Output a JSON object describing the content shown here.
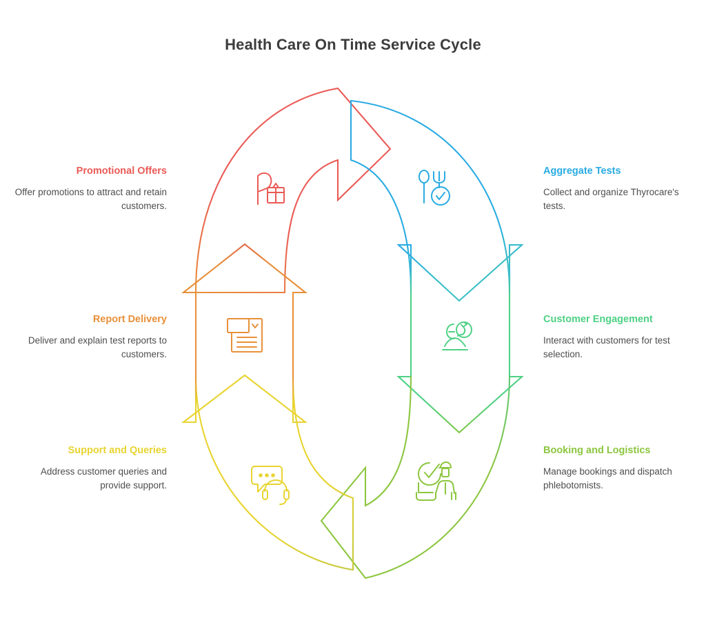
{
  "page": {
    "title": "Health Care On Time Service Cycle",
    "background": "#ffffff"
  },
  "chart_data": {
    "type": "diagram",
    "subtype": "cyclic-process",
    "title": "Health Care On Time Service Cycle",
    "step_count": 6,
    "direction": "clockwise",
    "steps": [
      {
        "id": "aggregate-tests",
        "order": 1,
        "label": "Aggregate Tests",
        "description": "Collect and organize Thyrocare's tests.",
        "color": "#29abe2",
        "side": "right",
        "icon": "fork-spoon-check-icon"
      },
      {
        "id": "customer-engagement",
        "order": 2,
        "label": "Customer Engagement",
        "description": "Interact with customers for test selection.",
        "color": "#4ed184",
        "side": "right",
        "icon": "person-globe-icon"
      },
      {
        "id": "booking-and-logistics",
        "order": 3,
        "label": "Booking and Logistics",
        "description": "Manage bookings and dispatch phlebotomists.",
        "color": "#8cc63f",
        "side": "right",
        "icon": "check-technician-icon"
      },
      {
        "id": "support-and-queries",
        "order": 4,
        "label": "Support and Queries",
        "description": "Address customer queries and provide support.",
        "color": "#e8d430",
        "side": "left",
        "icon": "chat-headset-icon"
      },
      {
        "id": "report-delivery",
        "order": 5,
        "label": "Report Delivery",
        "description": "Deliver and explain test reports to customers.",
        "color": "#e8903a",
        "side": "left",
        "icon": "document-report-icon"
      },
      {
        "id": "promotional-offers",
        "order": 6,
        "label": "Promotional Offers",
        "description": "Offer promotions to attract and retain customers.",
        "color": "#ea5a56",
        "side": "left",
        "icon": "flag-gift-icon"
      }
    ],
    "palette": {
      "red": "#ea5a56",
      "orange": "#e8903a",
      "yellow": "#e8d430",
      "yellow_green": "#8cc63f",
      "green": "#4ed184",
      "blue": "#29abe2",
      "title_text": "#3c3c3c",
      "body_text": "#4d4d4d"
    }
  },
  "labels": {
    "left": [
      {
        "title": "Promotional Offers",
        "desc": "Offer promotions to attract and retain customers."
      },
      {
        "title": "Report Delivery",
        "desc": "Deliver and explain test reports to customers."
      },
      {
        "title": "Support and Queries",
        "desc": "Address customer queries and provide support."
      }
    ],
    "right": [
      {
        "title": "Aggregate Tests",
        "desc": "Collect and organize Thyrocare's tests."
      },
      {
        "title": "Customer Engagement",
        "desc": "Interact with customers for test selection."
      },
      {
        "title": "Booking and Logistics",
        "desc": "Manage bookings and dispatch phlebotomists."
      }
    ]
  }
}
